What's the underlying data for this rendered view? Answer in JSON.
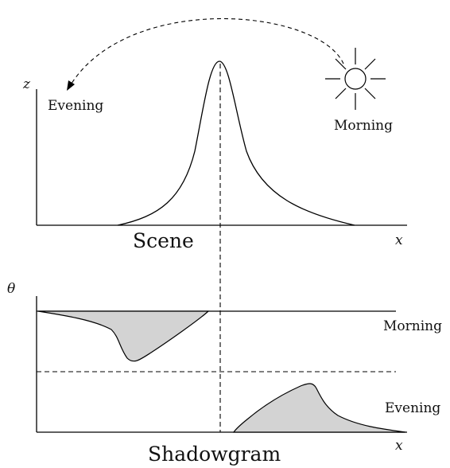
{
  "top_panel": {
    "axis_label": "z",
    "evening_label": "Evening",
    "morning_label": "Morning",
    "caption": "Scene",
    "x_label": "x"
  },
  "bottom_panel": {
    "axis_label": "θ",
    "morning_label": "Morning",
    "evening_label": "Evening",
    "caption": "Shadowgram",
    "x_label": "x"
  },
  "colors": {
    "line": "#000000",
    "shadow_fill": "#d3d3d3"
  },
  "icons": [
    "sun-icon",
    "arrowhead-icon"
  ]
}
